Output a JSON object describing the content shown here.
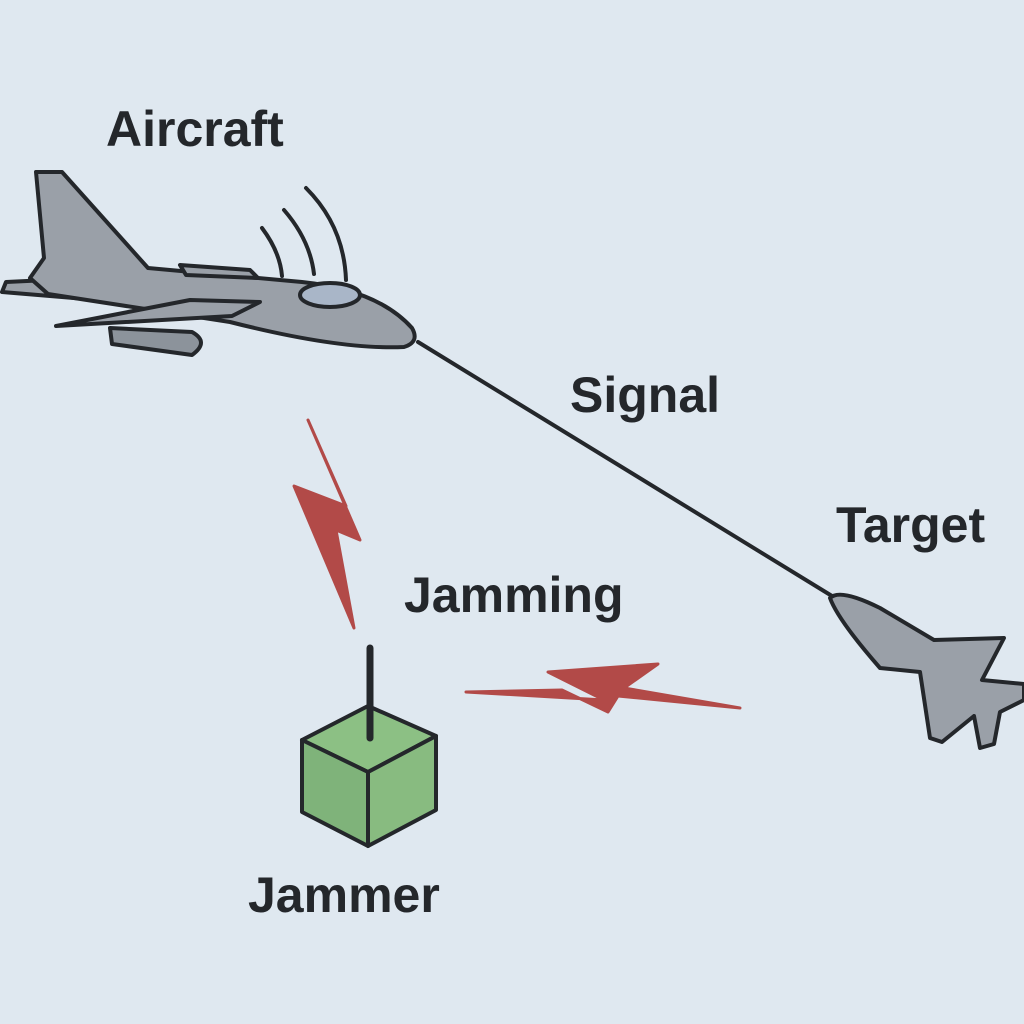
{
  "labels": {
    "aircraft": "Aircraft",
    "signal": "Signal",
    "target": "Target",
    "jamming": "Jamming",
    "jammer": "Jammer"
  },
  "colors": {
    "background": "#dfe8f0",
    "aircraft_body": "#9aa0a8",
    "outline": "#24272b",
    "jamming": "#b24a48",
    "jammer_box": "#7fb37a"
  },
  "icons": {
    "aircraft": "jet-aircraft-icon",
    "target": "fighter-jet-icon",
    "jammer": "jammer-box-icon",
    "jamming": "lightning-bolt-icon",
    "transmit": "signal-waves-icon"
  }
}
